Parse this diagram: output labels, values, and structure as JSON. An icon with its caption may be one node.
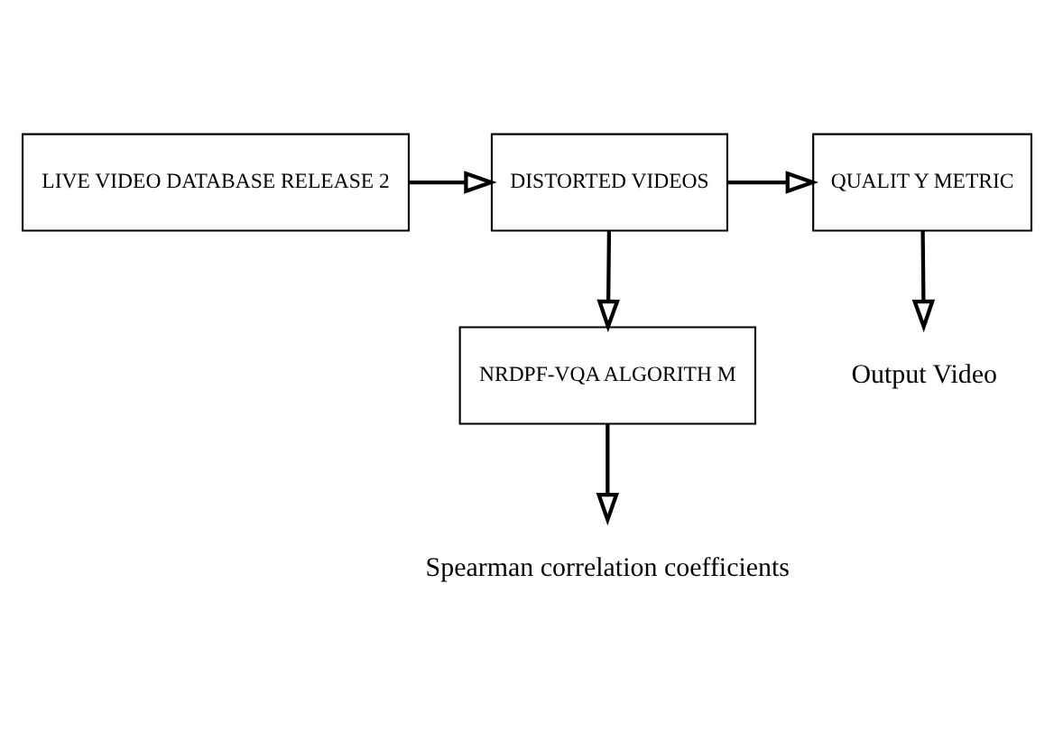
{
  "diagram": {
    "nodes": [
      {
        "text": [
          "LIVE VIDEO DATABASE RELEASE 2"
        ]
      },
      {
        "text": [
          "DISTORTED VIDEOS"
        ]
      },
      {
        "text": [
          "QUALIT Y METRIC"
        ]
      },
      {
        "text": [
          "NRDPF-VQA ALGORITH M"
        ]
      },
      {
        "text": [
          "Output Video"
        ]
      },
      {
        "text": [
          "Spearman correlation coefficients"
        ]
      }
    ],
    "edges": [
      {
        "from": 0,
        "to": 1,
        "arrow": "to"
      },
      {
        "from": 1,
        "to": 2,
        "arrow": "to"
      },
      {
        "from": 1,
        "to": 3,
        "arrow": "to"
      },
      {
        "from": 2,
        "to": 4,
        "arrow": "to"
      },
      {
        "from": 3,
        "to": 5,
        "arrow": "to"
      }
    ]
  }
}
